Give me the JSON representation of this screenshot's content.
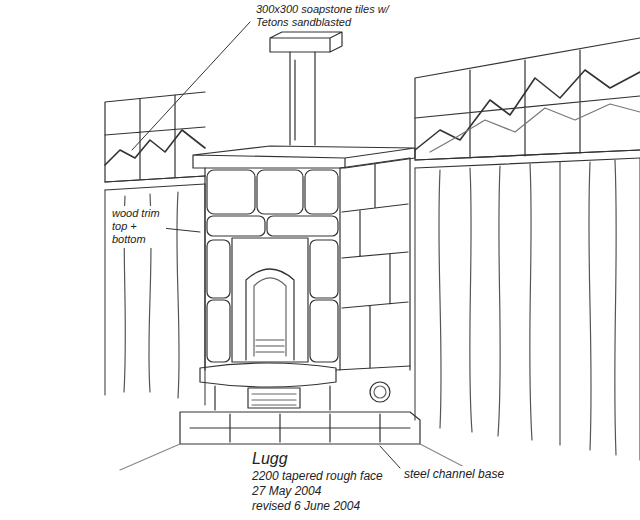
{
  "diagram": {
    "labels": [
      "300x300 soapstone tiles w/ Tetons sandblasted",
      "wood trim top + bottom",
      "Lugg",
      "2200 tapered rough face",
      "27 May 2004",
      "revised 6 June 2004",
      "steel channel base"
    ]
  }
}
